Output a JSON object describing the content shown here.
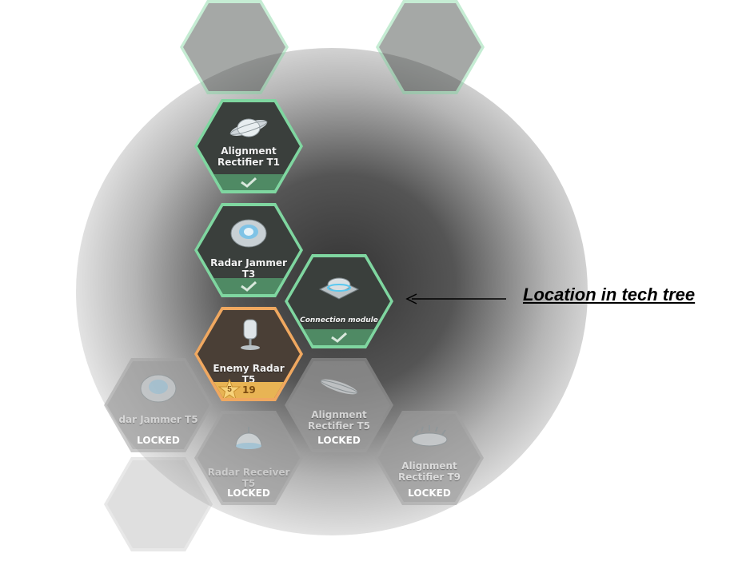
{
  "tech_tree": {
    "nodes": [
      {
        "label": "Alignment Rectifier T1",
        "state": "researched",
        "icon": "ring-saucer-icon"
      },
      {
        "label": "Radar Jammer T3",
        "state": "researched",
        "icon": "radar-jammer-disc-icon"
      },
      {
        "label": "Connection module",
        "state": "researched",
        "icon": "connection-module-icon"
      },
      {
        "label": "Enemy Radar T5",
        "state": "available",
        "icon": "satellite-dish-icon",
        "star_level": "5",
        "cost": "19"
      },
      {
        "label": "dar Jammer T5",
        "state": "locked",
        "status": "LOCKED",
        "icon": "radar-jammer-disc-icon"
      },
      {
        "label": "Alignment Rectifier T5",
        "state": "locked",
        "status": "LOCKED",
        "icon": "ring-saucer-icon"
      },
      {
        "label": "Radar Receiver T5",
        "state": "locked",
        "status": "LOCKED",
        "icon": "radar-receiver-icon"
      },
      {
        "label": "Alignment Rectifier T9",
        "state": "locked",
        "status": "LOCKED",
        "icon": "spiked-ring-icon"
      }
    ]
  },
  "annotation": {
    "text": "Location in tech tree"
  },
  "colors": {
    "researched": "#7fd6a0",
    "available": "#f0a860",
    "locked": "#a0a0a0"
  }
}
